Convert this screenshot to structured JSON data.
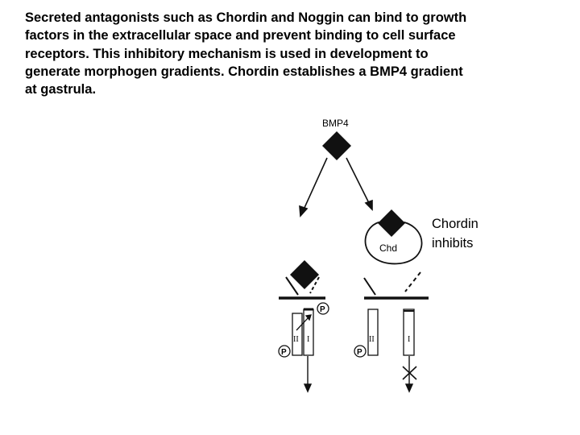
{
  "caption": "Secreted antagonists such as Chordin and Noggin can bind to growth\nfactors in the extracellular space and prevent binding to cell surface\nreceptors.  This inhibitory mechanism is used in development to\ngenerate morphogen gradients.  Chordin establishes a BMP4 gradient\nat gastrula.",
  "figure": {
    "ligand_label": "BMP4",
    "antagonist_label": "Chd",
    "phospho_label": "P",
    "receptor_type_2": "II",
    "receptor_type_1": "I"
  },
  "side_label": {
    "line1": "Chordin",
    "line2": "inhibits"
  }
}
